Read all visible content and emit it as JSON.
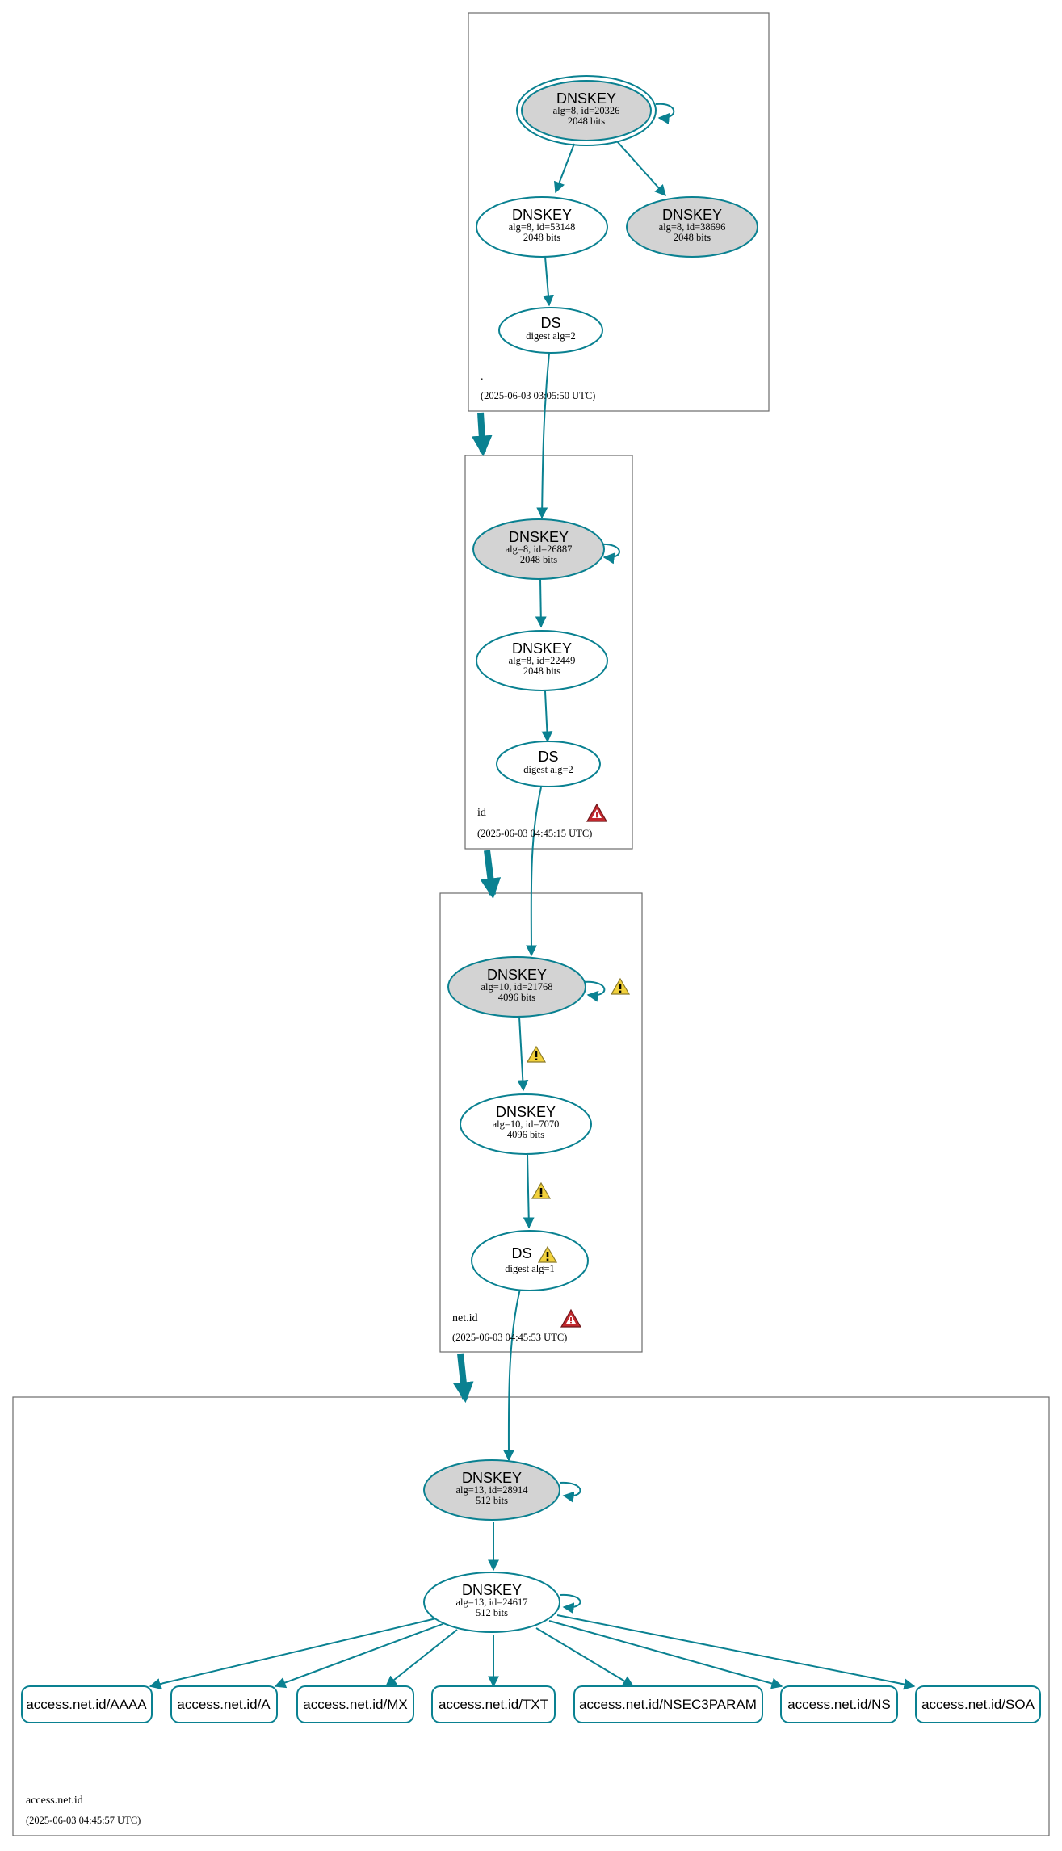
{
  "colors": {
    "edge": "#0a8191",
    "ksk_fill": "#d3d3d3",
    "zsk_fill": "#ffffff",
    "zone_border": "#6b6b6b",
    "warning_yellow": "#f2d13b",
    "error_red": "#c0282d"
  },
  "zones": [
    {
      "name": ".",
      "timestamp": "(2025-06-03 03:05:50 UTC)",
      "status_icon": "none",
      "nodes": [
        {
          "title": "DNSKEY",
          "line1": "alg=8, id=20326",
          "line2": "2048 bits",
          "kind": "trust-anchor-ksk"
        },
        {
          "title": "DNSKEY",
          "line1": "alg=8, id=53148",
          "line2": "2048 bits",
          "kind": "zsk"
        },
        {
          "title": "DNSKEY",
          "line1": "alg=8, id=38696",
          "line2": "2048 bits",
          "kind": "ksk"
        },
        {
          "title": "DS",
          "line1": "digest alg=2",
          "line2": "",
          "kind": "ds"
        }
      ]
    },
    {
      "name": "id",
      "timestamp": "(2025-06-03 04:45:15 UTC)",
      "status_icon": "error-icon",
      "nodes": [
        {
          "title": "DNSKEY",
          "line1": "alg=8, id=26887",
          "line2": "2048 bits",
          "kind": "ksk"
        },
        {
          "title": "DNSKEY",
          "line1": "alg=8, id=22449",
          "line2": "2048 bits",
          "kind": "zsk"
        },
        {
          "title": "DS",
          "line1": "digest alg=2",
          "line2": "",
          "kind": "ds"
        }
      ]
    },
    {
      "name": "net.id",
      "timestamp": "(2025-06-03 04:45:53 UTC)",
      "status_icon": "error-icon",
      "nodes": [
        {
          "title": "DNSKEY",
          "line1": "alg=10, id=21768",
          "line2": "4096 bits",
          "kind": "ksk",
          "icon": "warning-icon"
        },
        {
          "title": "DNSKEY",
          "line1": "alg=10, id=7070",
          "line2": "4096 bits",
          "kind": "zsk"
        },
        {
          "title": "DS",
          "line1": "digest alg=1",
          "line2": "",
          "kind": "ds",
          "icon": "warning-icon"
        }
      ]
    },
    {
      "name": "access.net.id",
      "timestamp": "(2025-06-03 04:45:57 UTC)",
      "status_icon": "none",
      "nodes": [
        {
          "title": "DNSKEY",
          "line1": "alg=13, id=28914",
          "line2": "512 bits",
          "kind": "ksk"
        },
        {
          "title": "DNSKEY",
          "line1": "alg=13, id=24617",
          "line2": "512 bits",
          "kind": "zsk"
        }
      ],
      "rrsets": [
        "access.net.id/AAAA",
        "access.net.id/A",
        "access.net.id/MX",
        "access.net.id/TXT",
        "access.net.id/NSEC3PARAM",
        "access.net.id/NS",
        "access.net.id/SOA"
      ]
    }
  ],
  "edge_warnings": [
    "warning-icon",
    "warning-icon"
  ]
}
